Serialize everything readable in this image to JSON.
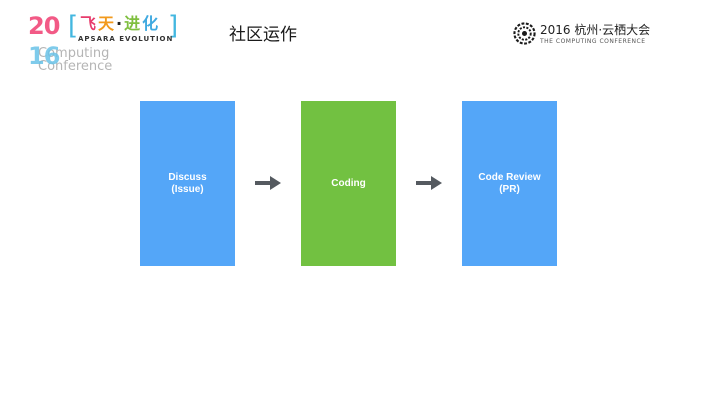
{
  "logo_left": {
    "year_top": "20",
    "year_bottom": "16",
    "bracket_open": "[",
    "bracket_close": "]",
    "chars": [
      "飞",
      "天",
      "·",
      "进",
      "化"
    ],
    "subtitle": "APSARA EVOLUTION",
    "line1": "Computing",
    "line2": "Conference"
  },
  "title": "社区运作",
  "logo_right": {
    "icon": "globe-icon",
    "title": "2016 杭州·云栖大会",
    "subtitle": "THE COMPUTING CONFERENCE"
  },
  "flow": {
    "steps": [
      {
        "label": "Discuss\n(Issue)",
        "color": "#54a6f8"
      },
      {
        "label": "Coding",
        "color": "#72c141"
      },
      {
        "label": "Code Review\n(PR)",
        "color": "#54a6f8"
      }
    ],
    "arrow_icon": "arrow-right-icon",
    "arrow_color": "#555a60"
  }
}
